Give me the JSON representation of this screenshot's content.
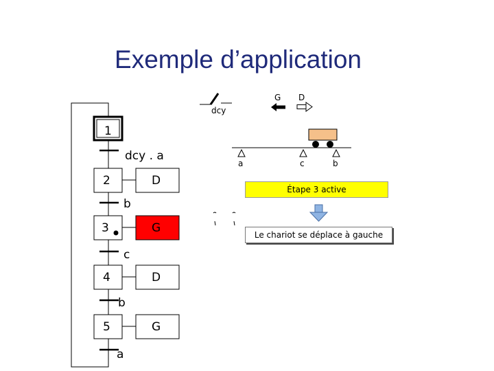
{
  "title": "Exemple d’application",
  "grafcet": {
    "steps": [
      {
        "num": "1",
        "action": "",
        "initial": true,
        "active": false
      },
      {
        "num": "2",
        "action": "D",
        "initial": false,
        "active": false
      },
      {
        "num": "3",
        "action": "G",
        "initial": false,
        "active": true
      },
      {
        "num": "4",
        "action": "D",
        "initial": false,
        "active": false
      },
      {
        "num": "5",
        "action": "G",
        "initial": false,
        "active": false
      }
    ],
    "transitions": [
      "dcy . a",
      "b",
      "c",
      "b",
      "a"
    ]
  },
  "system": {
    "switch_label": "dcy",
    "left_label": "G",
    "right_label": "D",
    "sensors": [
      "a",
      "c",
      "b"
    ]
  },
  "status_banner": "Étape 3 active",
  "message": "Le chariot se déplace à gauche",
  "colors": {
    "title": "#1f2a7a",
    "active_action": "#ff0000",
    "banner": "#ffff00",
    "cart": "#f5c08a",
    "arrow": "#8fb4e3"
  }
}
